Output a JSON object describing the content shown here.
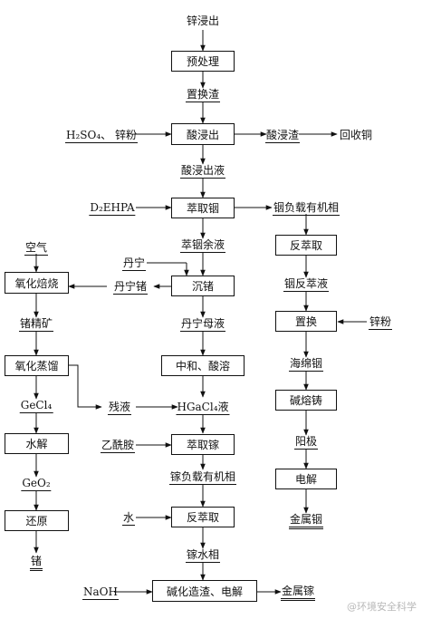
{
  "nodes": {
    "zinc_leach_residue": "锌浸出",
    "pretreatment": "预处理",
    "displacement_slag": "置换渣",
    "acid_leach": "酸浸出",
    "acid_reagents": "H₂SO₄、 锌粉",
    "acid_leach_residue": "酸浸渣",
    "recover_copper": "回收铜",
    "acid_leach_solution": "酸浸出液",
    "d2ehpa": "D₂EHPA",
    "extract_indium": "萃取铟",
    "indium_loaded_organic": "铟负载有机相",
    "raffinate": "萃铟余液",
    "back_extract_indium": "反萃取",
    "indium_strip_liquor": "铟反萃液",
    "displacement": "置换",
    "zinc_powder": "锌粉",
    "sponge_indium": "海绵铟",
    "alkali_casting": "碱熔铸",
    "anode": "阳极",
    "electrolysis_indium": "电解",
    "metal_indium": "金属铟",
    "air": "空气",
    "oxidation_roasting": "氧化焙烧",
    "tannin": "丹宁",
    "germanium_precipitation": "沉锗",
    "germanium_tannate": "丹宁锗",
    "germanium_concentrate": "锗精矿",
    "oxidation_distillation": "氧化蒸馏",
    "tannin_mother_liquor": "丹宁母液",
    "neutralize_acid_dissolve": "中和、酸溶",
    "residue_liquid": "残液",
    "hgacl4_solution": "HGaCl₄液",
    "gecl4": "GeCl₄",
    "hydrolysis": "水解",
    "acetamide": "乙酰胺",
    "extract_gallium": "萃取镓",
    "geo2": "GeO₂",
    "gallium_loaded_organic": "镓负载有机相",
    "reduction": "还原",
    "water": "水",
    "back_extract_gallium": "反萃取",
    "germanium": "锗",
    "gallium_aqueous": "镓水相",
    "naoh": "NaOH",
    "alkali_slag_electrolysis": "碱化造渣、电解",
    "metal_gallium": "金属镓"
  },
  "watermark": "@环境安全科学"
}
